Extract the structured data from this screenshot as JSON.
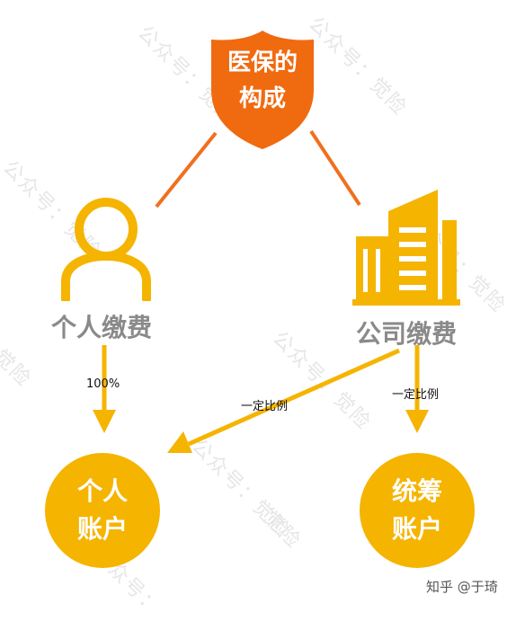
{
  "watermark": {
    "lines": [
      "公众号：觉险",
      "公众号：觉险",
      "公众号：觉险",
      "公众号：觉险",
      "公众号：觉险",
      "公众号：觉险",
      "觉险",
      "觉险",
      "公众号："
    ]
  },
  "title_shield": {
    "line1": "医保的",
    "line2": "构成",
    "color": "#f06a10"
  },
  "nodes": {
    "personal_payment": "个人缴费",
    "company_payment": "公司缴费",
    "personal_account": {
      "line1": "个人",
      "line2": "账户"
    },
    "pooled_account": {
      "line1": "统筹",
      "line2": "账户"
    }
  },
  "edges": {
    "personal_to_account": "100%",
    "company_to_personal": "一定比例",
    "company_to_pooled": "一定比例"
  },
  "colors": {
    "accent": "#f5b400",
    "shield": "#f06a10",
    "line": "#f07020",
    "label": "#8a8a8a"
  },
  "credit": "知乎 @于琦"
}
